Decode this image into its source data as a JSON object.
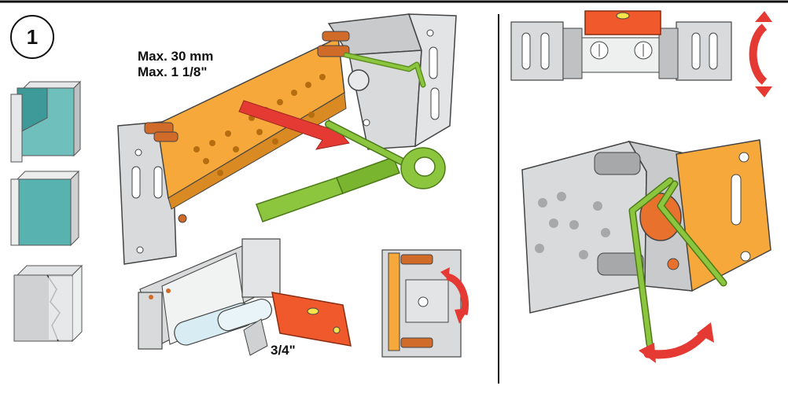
{
  "step_number": "1",
  "labels": {
    "max_mm": "Max. 30 mm",
    "max_in": "Max. 1 1/8\"",
    "tube_size": "3/4\""
  },
  "colors": {
    "frame_orange": "#f6a93a",
    "bracket_gray": "#d9dadb",
    "wrench_green": "#8cc63f",
    "arrow_red": "#e53a33",
    "level_orange": "#f0592b",
    "tile_teal": "#6fbfbd",
    "tile_dark_teal": "#3e9a98",
    "stone_gray": "#cfd1d2"
  },
  "icons": {
    "wall_materials": [
      "drywall-tile-icon",
      "wood-tile-icon",
      "concrete-tile-icon"
    ],
    "tools": [
      "ratchet-wrench-icon",
      "hex-key-icon",
      "spirit-level-icon"
    ]
  }
}
